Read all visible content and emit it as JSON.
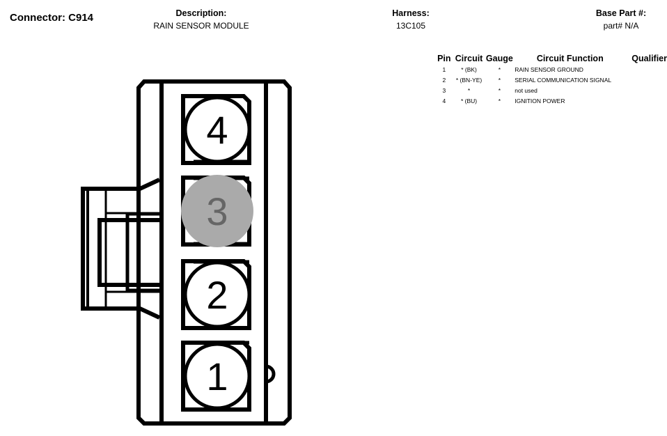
{
  "header": {
    "connector_title": "Connector: C914",
    "description_label": "Description:",
    "description_value": "RAIN SENSOR MODULE",
    "harness_label": "Harness:",
    "harness_value": "13C105",
    "base_part_label": "Base Part #:",
    "base_part_value": "part# N/A"
  },
  "table": {
    "headers": {
      "pin": "Pin",
      "circuit": "Circuit",
      "gauge": "Gauge",
      "function": "Circuit Function",
      "qualifier": "Qualifier"
    },
    "rows": [
      {
        "pin": "1",
        "circuit": "* (BK)",
        "gauge": "*",
        "function": "RAIN SENSOR GROUND",
        "qualifier": ""
      },
      {
        "pin": "2",
        "circuit": "* (BN-YE)",
        "gauge": "*",
        "function": "SERIAL COMMUNICATION SIGNAL",
        "qualifier": ""
      },
      {
        "pin": "3",
        "circuit": "*",
        "gauge": "*",
        "function": "not used",
        "qualifier": ""
      },
      {
        "pin": "4",
        "circuit": "* (BU)",
        "gauge": "*",
        "function": "IGNITION POWER",
        "qualifier": ""
      }
    ]
  },
  "diagram": {
    "pins": [
      {
        "label": "4",
        "state": "used"
      },
      {
        "label": "3",
        "state": "not-used"
      },
      {
        "label": "2",
        "state": "used"
      },
      {
        "label": "1",
        "state": "used"
      }
    ],
    "colors": {
      "outline": "#000000",
      "unused_pin_fill": "#aaaaaa",
      "unused_pin_text": "#666666"
    }
  }
}
